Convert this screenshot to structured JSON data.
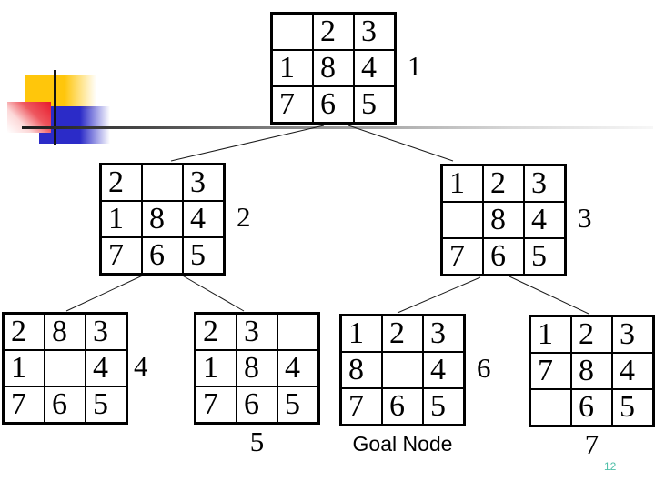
{
  "page": {
    "page_number": "12",
    "page_number_color": "#4fbfa8",
    "background_color": "#ffffff"
  },
  "decoration": {
    "yellow_square": "#ffc60b",
    "red_square": "#e8192c",
    "blue_square": "#2b2bc8",
    "line_color": "#141414"
  },
  "tree": {
    "description": "8-puzzle search tree",
    "goal_caption": "Goal Node",
    "edges": [
      [
        "1",
        "2"
      ],
      [
        "1",
        "3"
      ],
      [
        "2",
        "4"
      ],
      [
        "2",
        "5"
      ],
      [
        "3",
        "6"
      ],
      [
        "3",
        "7"
      ]
    ],
    "nodes": [
      {
        "id": "1",
        "label": "1",
        "label_position": "right",
        "cells": [
          [
            "",
            "2",
            "3"
          ],
          [
            "1",
            "8",
            "4"
          ],
          [
            "7",
            "6",
            "5"
          ]
        ]
      },
      {
        "id": "2",
        "label": "2",
        "label_position": "right",
        "cells": [
          [
            "2",
            "",
            "3"
          ],
          [
            "1",
            "8",
            "4"
          ],
          [
            "7",
            "6",
            "5"
          ]
        ]
      },
      {
        "id": "3",
        "label": "3",
        "label_position": "right",
        "cells": [
          [
            "1",
            "2",
            "3"
          ],
          [
            "",
            "8",
            "4"
          ],
          [
            "7",
            "6",
            "5"
          ]
        ]
      },
      {
        "id": "4",
        "label": "4",
        "label_position": "right",
        "cells": [
          [
            "2",
            "8",
            "3"
          ],
          [
            "1",
            "",
            "4"
          ],
          [
            "7",
            "6",
            "5"
          ]
        ]
      },
      {
        "id": "5",
        "label": "5",
        "label_position": "below",
        "cells": [
          [
            "2",
            "3",
            ""
          ],
          [
            "1",
            "8",
            "4"
          ],
          [
            "7",
            "6",
            "5"
          ]
        ]
      },
      {
        "id": "6",
        "label": "6",
        "label_position": "right",
        "caption": "Goal Node",
        "cells": [
          [
            "1",
            "2",
            "3"
          ],
          [
            "8",
            "",
            "4"
          ],
          [
            "7",
            "6",
            "5"
          ]
        ]
      },
      {
        "id": "7",
        "label": "7",
        "label_position": "below",
        "cells": [
          [
            "1",
            "2",
            "3"
          ],
          [
            "7",
            "8",
            "4"
          ],
          [
            "",
            "6",
            "5"
          ]
        ]
      }
    ]
  }
}
